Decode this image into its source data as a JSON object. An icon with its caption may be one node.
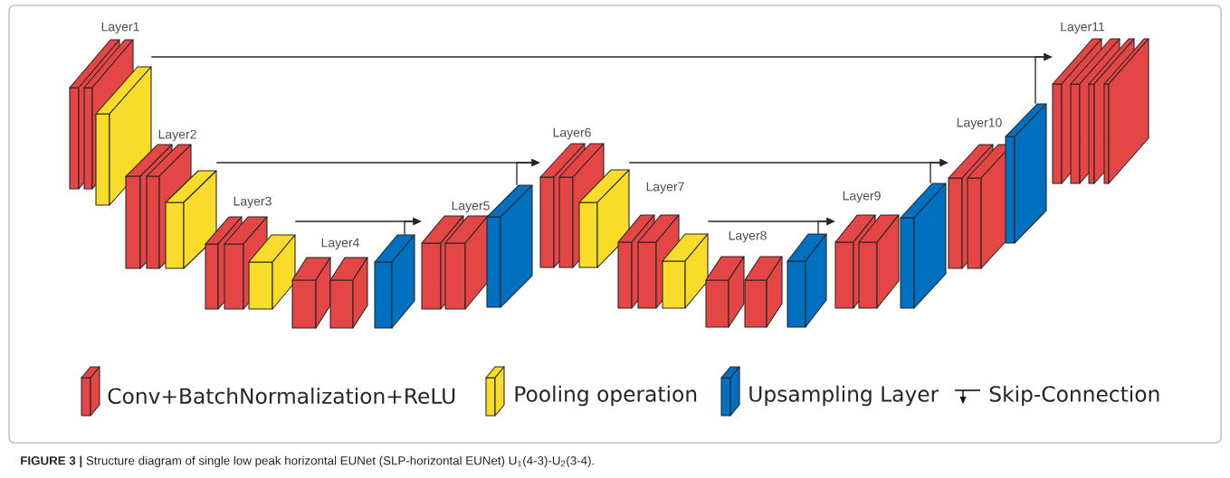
{
  "diagram": {
    "caption": "**FIGURE 3 |** Structure diagram of single low peak horizontal EUNet (SLP-horizontal EUNet) U$_{1}$(4-3)-U$_{2}$(3-4).",
    "nodes": [
      {
        "text": [
          "Layer1"
        ]
      },
      {
        "text": [
          "Layer2"
        ]
      },
      {
        "text": [
          "Layer3"
        ]
      },
      {
        "text": [
          "Layer4"
        ]
      },
      {
        "text": [
          "Layer5"
        ]
      },
      {
        "text": [
          "Layer6"
        ]
      },
      {
        "text": [
          "Layer7"
        ]
      },
      {
        "text": [
          "Layer8"
        ]
      },
      {
        "text": [
          "Layer9"
        ]
      },
      {
        "text": [
          "Layer10"
        ]
      },
      {
        "text": [
          "Layer11"
        ]
      }
    ],
    "edges": [
      {
        "from": 0,
        "to": 10,
        "arrow": "to"
      },
      {
        "from": 9,
        "to": 10,
        "arrow": "to"
      },
      {
        "from": 1,
        "to": 5,
        "arrow": "to"
      },
      {
        "from": 4,
        "to": 5,
        "arrow": "to"
      },
      {
        "from": 2,
        "to": 4,
        "arrow": "to"
      },
      {
        "from": 3,
        "to": 4,
        "arrow": "to"
      },
      {
        "from": 5,
        "to": 9,
        "arrow": "to"
      },
      {
        "from": 8,
        "to": 9,
        "arrow": "to"
      },
      {
        "from": 6,
        "to": 8,
        "arrow": "to"
      },
      {
        "from": 7,
        "to": 8,
        "arrow": "to"
      }
    ],
    "legend": [
      {
        "text": "Conv+BatchNormalization+ReLU",
        "color": "#e44545"
      },
      {
        "text": "Pooling operation",
        "color": "#f9dc2a"
      },
      {
        "text": "Upsampling Layer",
        "color": "#0070c0"
      },
      {
        "text": "Skip-Connection"
      }
    ]
  }
}
